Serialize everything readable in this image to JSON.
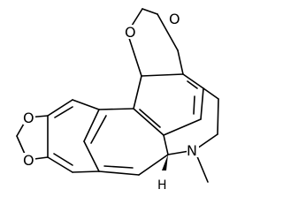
{
  "structure": {
    "atoms": {
      "o1": "O",
      "o2": "O",
      "o3": "O",
      "o4": "O",
      "n": "N",
      "h": "H"
    }
  },
  "colors": {
    "bond": "#000000",
    "background": "#ffffff"
  }
}
